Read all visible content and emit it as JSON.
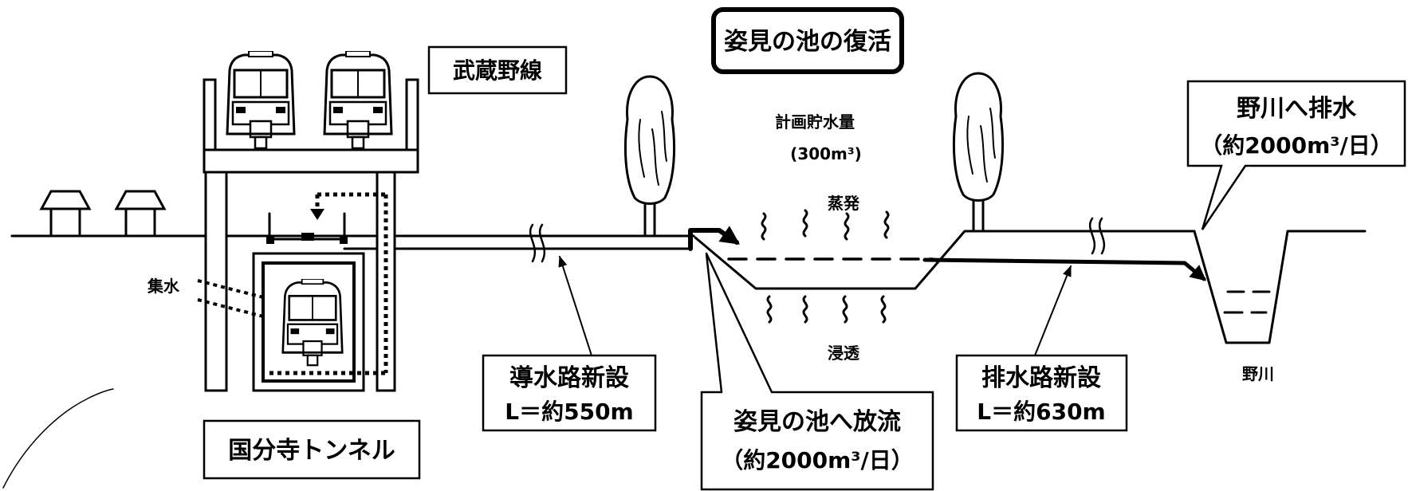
{
  "title": "姿見の池の復活",
  "labels": {
    "musashino_line": "武蔵野線",
    "kokubunji_tunnel": "国分寺トンネル",
    "water_collection": "集水",
    "planned_storage": "計画貯水量",
    "planned_storage_volume": "(300m³)",
    "evaporation": "蒸発",
    "seepage": "浸透",
    "river": "野川"
  },
  "callouts": {
    "intake_conduit": {
      "line1": "導水路新設",
      "line2": "L＝約550m"
    },
    "pond_discharge": {
      "line1": "姿見の池へ放流",
      "line2": "（約2000m³/日）"
    },
    "drain_conduit": {
      "line1": "排水路新設",
      "line2": "L＝約630m"
    },
    "river_drainage": {
      "line1": "野川へ排水",
      "line2": "（約2000m³/日）"
    }
  },
  "icons": [
    "house-icon",
    "train-icon",
    "tree-icon",
    "flow-arrow-icon",
    "evaporation-wave-icon",
    "seepage-wave-icon"
  ],
  "colors": {
    "ink": "#000000",
    "background": "#ffffff"
  }
}
